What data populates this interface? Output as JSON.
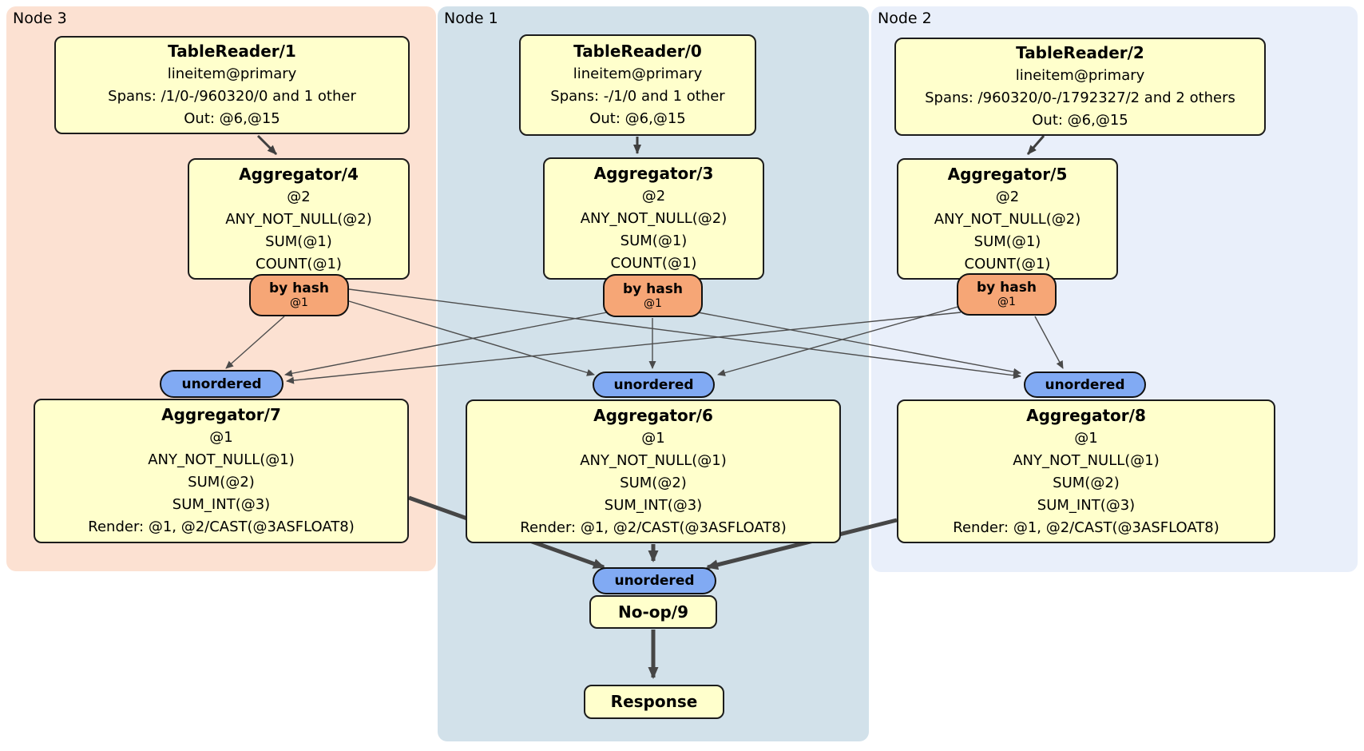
{
  "regions": [
    {
      "id": "node3",
      "label": "Node 3",
      "color": "#fce1d2"
    },
    {
      "id": "node1",
      "label": "Node 1",
      "color": "#d2e1ea"
    },
    {
      "id": "node2",
      "label": "Node 2",
      "color": "#e9effa"
    }
  ],
  "processors": {
    "tr1": {
      "title": "TableReader/1",
      "lines": [
        "lineitem@primary",
        "Spans: /1/0-/960320/0 and 1 other",
        "Out: @6,@15"
      ]
    },
    "tr0": {
      "title": "TableReader/0",
      "lines": [
        "lineitem@primary",
        "Spans: -/1/0 and 1 other",
        "Out: @6,@15"
      ]
    },
    "tr2": {
      "title": "TableReader/2",
      "lines": [
        "lineitem@primary",
        "Spans: /960320/0-/1792327/2 and 2 others",
        "Out: @6,@15"
      ]
    },
    "agg4": {
      "title": "Aggregator/4",
      "lines": [
        "@2",
        "ANY_NOT_NULL(@2)",
        "SUM(@1)",
        "COUNT(@1)"
      ]
    },
    "agg3": {
      "title": "Aggregator/3",
      "lines": [
        "@2",
        "ANY_NOT_NULL(@2)",
        "SUM(@1)",
        "COUNT(@1)"
      ]
    },
    "agg5": {
      "title": "Aggregator/5",
      "lines": [
        "@2",
        "ANY_NOT_NULL(@2)",
        "SUM(@1)",
        "COUNT(@1)"
      ]
    },
    "agg7": {
      "title": "Aggregator/7",
      "lines": [
        "@1",
        "ANY_NOT_NULL(@1)",
        "SUM(@2)",
        "SUM_INT(@3)",
        "Render: @1, @2/CAST(@3ASFLOAT8)"
      ]
    },
    "agg6": {
      "title": "Aggregator/6",
      "lines": [
        "@1",
        "ANY_NOT_NULL(@1)",
        "SUM(@2)",
        "SUM_INT(@3)",
        "Render: @1, @2/CAST(@3ASFLOAT8)"
      ]
    },
    "agg8": {
      "title": "Aggregator/8",
      "lines": [
        "@1",
        "ANY_NOT_NULL(@1)",
        "SUM(@2)",
        "SUM_INT(@3)",
        "Render: @1, @2/CAST(@3ASFLOAT8)"
      ]
    },
    "noop": {
      "title": "No-op/9"
    },
    "response": {
      "title": "Response"
    }
  },
  "router": {
    "label": "by hash",
    "detail": "@1"
  },
  "sync_label": "unordered",
  "colors": {
    "processor_fill": "#ffffcc",
    "router_fill": "#f6a676",
    "sync_fill": "#81aaf3",
    "edge": "#4a4a4a",
    "node3_fill": "#fce1d2",
    "node1_fill": "#d2e1ea",
    "node2_fill": "#e9effa"
  }
}
